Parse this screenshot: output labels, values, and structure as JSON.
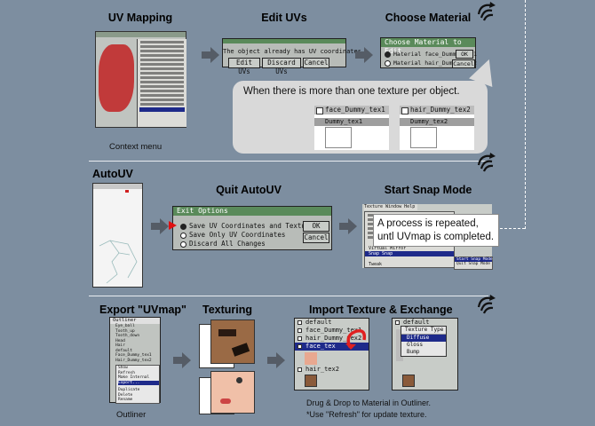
{
  "section1": {
    "uv_mapping": "UV Mapping",
    "edit_uvs": "Edit UVs",
    "choose_material": "Choose Material",
    "context_menu": "Context menu",
    "edit_dialog": {
      "message": "The object already has UV coordinates.",
      "buttons": [
        "Edit UVs",
        "Discard UVs",
        "Cancel"
      ]
    },
    "choose_dialog": {
      "title": "Choose Material to Edit",
      "options": [
        "Material face_Dummy_tex1",
        "Material hair_Dummy_tex2"
      ],
      "ok": "OK",
      "cancel": "Cancel"
    },
    "callout": {
      "text": "When there is more than one texture per object.",
      "tex_labels": [
        "face_Dummy_tex1",
        "hair_Dummy_tex2"
      ],
      "dummy_labels": [
        "Dummy_tex1",
        "Dummy_tex2"
      ]
    }
  },
  "section2": {
    "autouv": "AutoUV",
    "quit_autouv": "Quit AutoUV",
    "start_snap_mode": "Start Snap Mode",
    "exit_dialog": {
      "title": "Exit Options",
      "options": [
        "Save UV Coordinates and Texture",
        "Save Only UV Coordinates",
        "Discard All Changes"
      ],
      "ok": "OK",
      "cancel": "Cancel"
    },
    "note_line1": "A process is repeated,",
    "note_line2": "untl UVmap is completed.",
    "snap_menu": {
      "items": [
        "Texture",
        "Window",
        "Help",
        "Virtual Mirror",
        "Snap Snap",
        "Tweak"
      ],
      "submenu": [
        "Start Snap Mode",
        "Quit Snap Mode"
      ]
    }
  },
  "section3": {
    "export": "Export \"UVmap\"",
    "texturing": "Texturing",
    "import_exchange": "Import  Texture & Exchange",
    "outliner_label": "Outliner",
    "outliner": {
      "title": "Outliner",
      "items": [
        "Eye_ball",
        "Tooth_up",
        "Tooth_down",
        "Head",
        "Hair",
        "default",
        "Face_Dummy_tex1",
        "Hair_Dummy_tex2",
        "Show",
        "Refresh",
        "Make Internal",
        "Export...",
        "Duplicate",
        "Delete",
        "Rename"
      ]
    },
    "import_list": [
      "default",
      "face_Dummy_tex1",
      "hair_Dummy_tex2",
      "face_tex",
      "hair_tex2"
    ],
    "exchange_list": [
      "default"
    ],
    "texture_menu": [
      "Texture Type",
      "Diffuse",
      "Gloss",
      "Bump"
    ],
    "note_line1": "Drug & Drop to Material in Outliner.",
    "note_line2": "*Use \"Refresh\" for update texture."
  }
}
